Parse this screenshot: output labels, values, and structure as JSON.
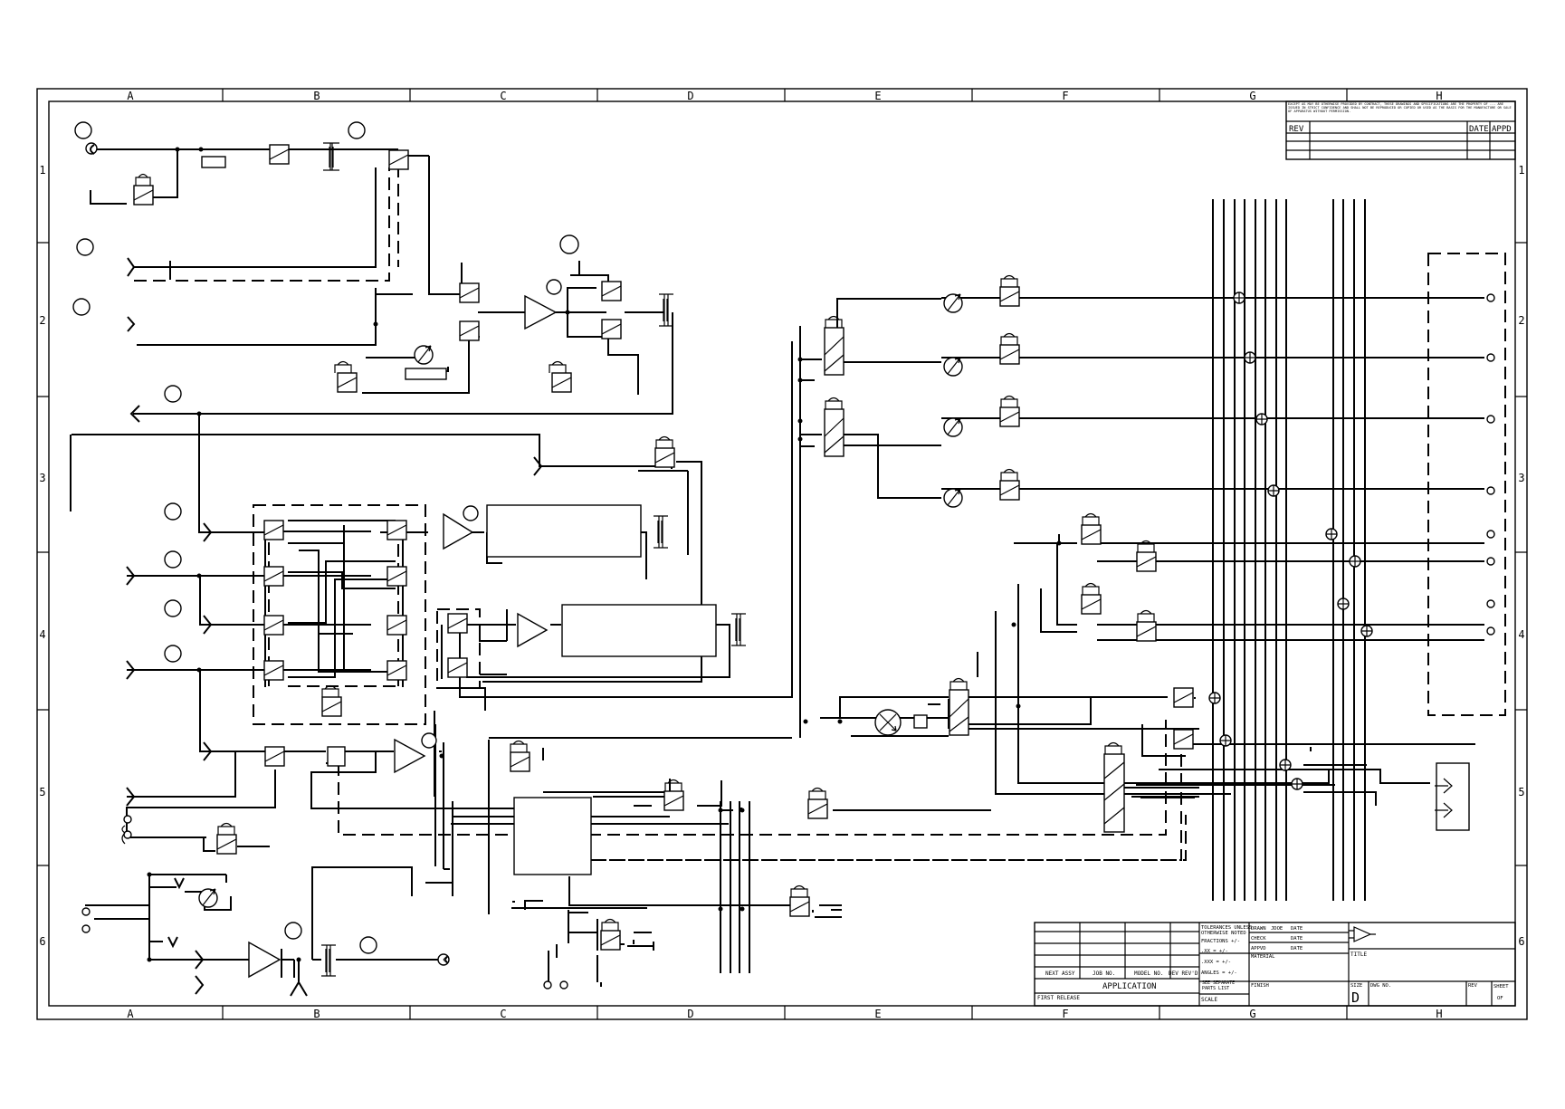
{
  "zone_columns": [
    "A",
    "B",
    "C",
    "D",
    "E",
    "F",
    "G",
    "H"
  ],
  "zone_rows": [
    "1",
    "2",
    "3",
    "4",
    "5",
    "6"
  ],
  "revision_block": {
    "notice": "EXCEPT AS MAY BE OTHERWISE PROVIDED BY CONTRACT, THESE DRAWINGS AND SPECIFICATIONS ARE THE PROPERTY OF ... ARE ISSUED IN STRICT CONFIDENCE AND SHALL NOT BE REPRODUCED OR COPIED OR USED AS THE BASIS FOR THE MANUFACTURE OR SALE OF APPARATUS WITHOUT PERMISSION.",
    "rev_label": "REV",
    "date_label": "DATE",
    "appd_label": "APPD"
  },
  "title_block": {
    "next_assy": "NEXT ASSY",
    "job_no": "JOB NO.",
    "model_no": "MODEL NO.",
    "dev_rev": "DEV REV'D",
    "application": "APPLICATION",
    "first_release": "FIRST RELEASE",
    "tolerances": "TOLERANCES UNLESS",
    "otherwise": "OTHERWISE NOTED",
    "fractions": "FRACTIONS +/-",
    "xx": ".XX = +/-",
    "xxx": ".XXX = +/-",
    "angles": "ANGLES = +/-",
    "see_parts": "SEE SEPARATE PARTS LIST",
    "scale": "SCALE",
    "drawn": "DRAWN",
    "jdoe": "JDOE",
    "date1": "DATE",
    "check": "CHECK",
    "date2": "DATE",
    "appvd": "APPVD",
    "date3": "DATE",
    "material": "MATERIAL",
    "finish": "FINISH",
    "title": "TITLE",
    "size_label": "SIZE",
    "size_value": "D",
    "dwg_no": "DWG NO.",
    "rev": "REV",
    "sheet": "SHEET",
    "of": "OF"
  }
}
